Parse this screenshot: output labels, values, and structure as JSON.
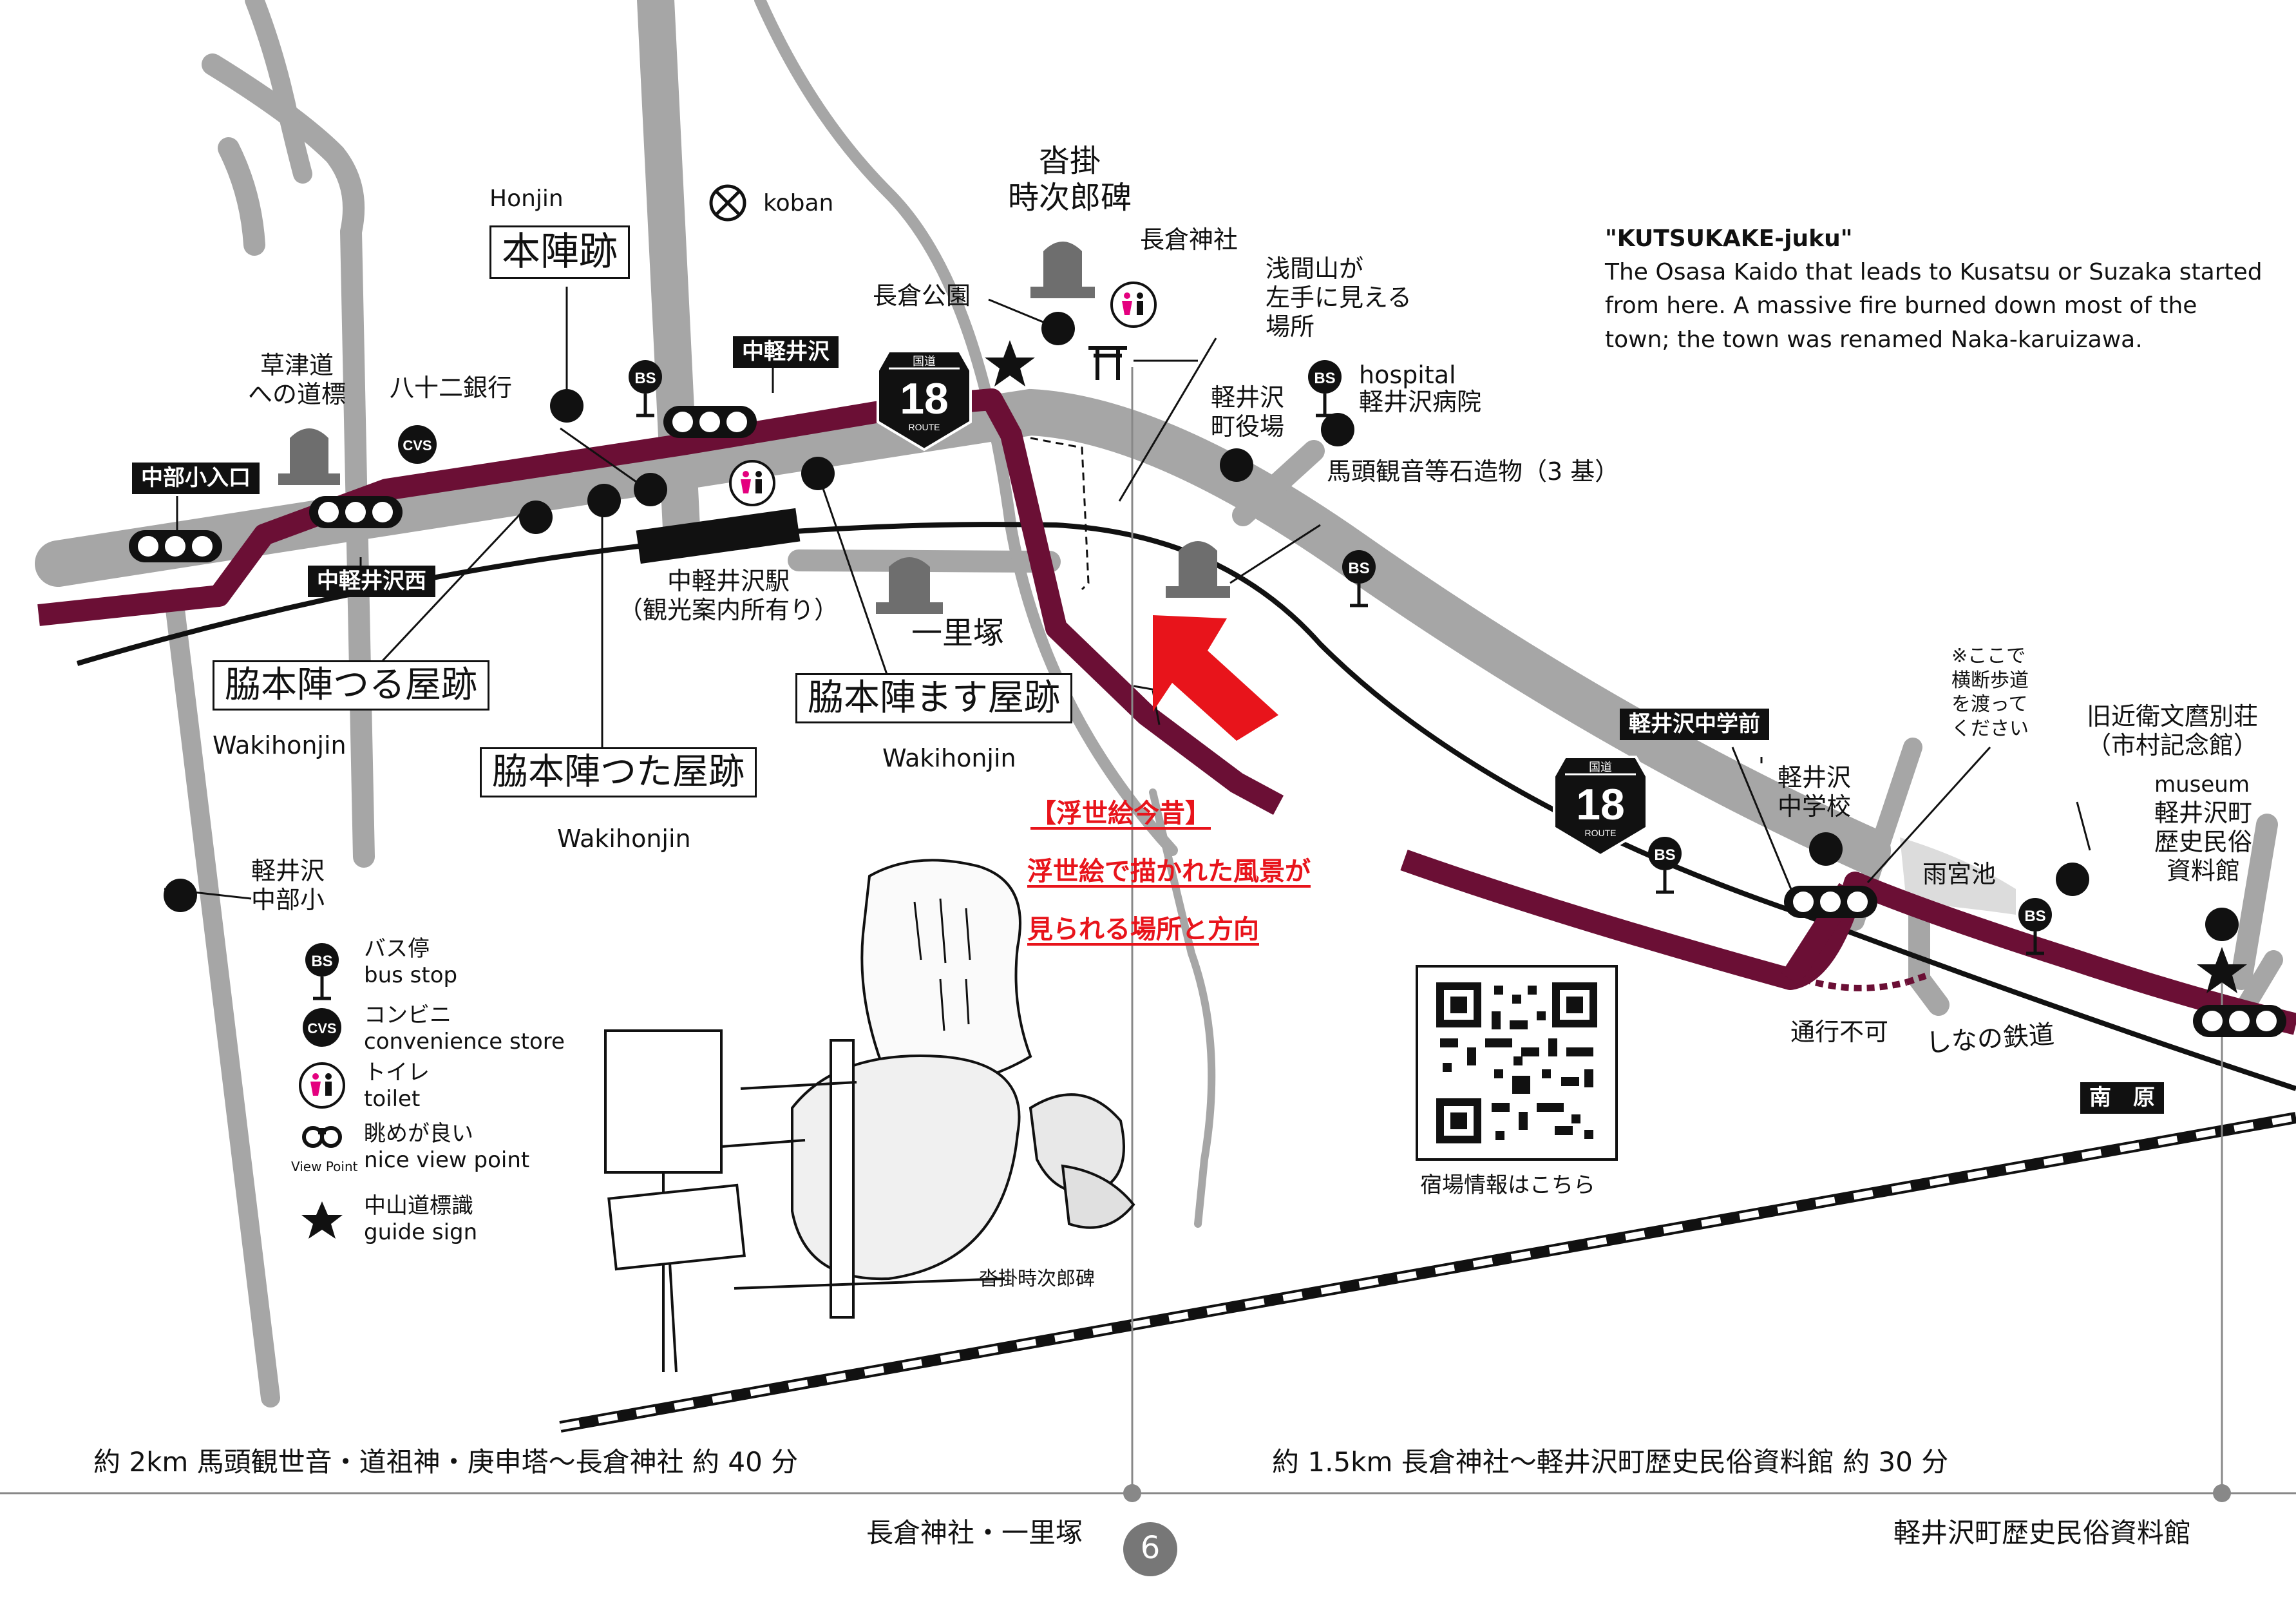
{
  "labels": {
    "honjin_en": "Honjin",
    "honjin_site": "本陣跡",
    "koban": "koban",
    "kutsukake_monument": "沓掛\n時次郎碑",
    "nagakura_shrine": "長倉神社",
    "nagakura_park": "長倉公園",
    "asama_view": "浅間山が\n左手に見える\n場所",
    "hospital_en": "hospital",
    "hospital_jp": "軽井沢病院",
    "town_office": "軽井沢\n町役場",
    "stone_statues": "馬頭観音等石造物（3 基）",
    "hachijuni_bank": "八十二銀行",
    "kusatsu_sign": "草津道\nへの道標",
    "naka_karuizawa_stn": "中軽井沢駅\n（観光案内所有り）",
    "ichirizuka": "一里塚",
    "wakihonjin_tsuruya": "脇本陣つる屋跡",
    "wakihonjin_masuya": "脇本陣ます屋跡",
    "wakihonjin_tsutaya": "脇本陣つた屋跡",
    "wakihonjin_en": "Wakihonjin",
    "karuizawa_chubu_elem": "軽井沢\n中部小",
    "ukiyoe_title": "【浮世絵今昔】",
    "ukiyoe_line1": "浮世絵で描かれた風景が",
    "ukiyoe_line2": "見られる場所と方向",
    "crossing_note": "※ここで\n横断歩道\nを渡って\nください",
    "karuizawa_jhs": "軽井沢\n中学校",
    "amemiya_pond": "雨宮池",
    "konoe_villa": "旧近衛文麿別荘\n（市村記念館）",
    "museum_en": "museum",
    "museum_jp": "軽井沢町\n歴史民俗\n資料館",
    "no_passage": "通行不可",
    "shinano_railway": "しなの鉄道",
    "qr_caption": "宿場情報はこちら",
    "statue_caption": "沓掛時次郎碑"
  },
  "tags": {
    "chubu_sho_iriguchi": "中部小入口",
    "naka_karuizawa_nishi": "中軽井沢西",
    "naka_karuizawa": "中軽井沢",
    "karuizawa_chugakumae": "軽井沢中学前",
    "minamihara": "南　原"
  },
  "route_shield": {
    "top": "国道",
    "number": "18",
    "bottom": "ROUTE"
  },
  "symbols": {
    "bus": "BS",
    "cvs": "CVS"
  },
  "info": {
    "title": "\"KUTSUKAKE-juku\"",
    "body": "The Osasa Kaido that leads to Kusatsu or Suzaka started\nfrom here. A massive fire burned down most of the\ntown; the town was renamed Naka-karuizawa."
  },
  "legend": [
    {
      "icon": "bus",
      "jp": "バス停",
      "en": "bus stop"
    },
    {
      "icon": "cvs",
      "jp": "コンビニ",
      "en": "convenience store"
    },
    {
      "icon": "toilet",
      "jp": "トイレ",
      "en": "toilet"
    },
    {
      "icon": "view",
      "jp": "眺めが良い",
      "en": "nice view point",
      "icon_label": "View Point"
    },
    {
      "icon": "star",
      "jp": "中山道標識",
      "en": "guide sign"
    }
  ],
  "footer": {
    "left_distance": "約 2km 馬頭観世音・道祖神・庚申塔〜長倉神社 約 40 分",
    "right_distance": "約 1.5km 長倉神社〜軽井沢町歴史民俗資料館 約 30 分",
    "left_station": "長倉神社・一里塚",
    "right_station": "軽井沢町歴史民俗資料館",
    "page_number": "6"
  },
  "colors": {
    "route_18": "#6b0f35",
    "side_road": "#a6a6a6",
    "highlight_red": "#e8141b",
    "toilet_pink": "#e4007f",
    "track_black": "#111111"
  }
}
